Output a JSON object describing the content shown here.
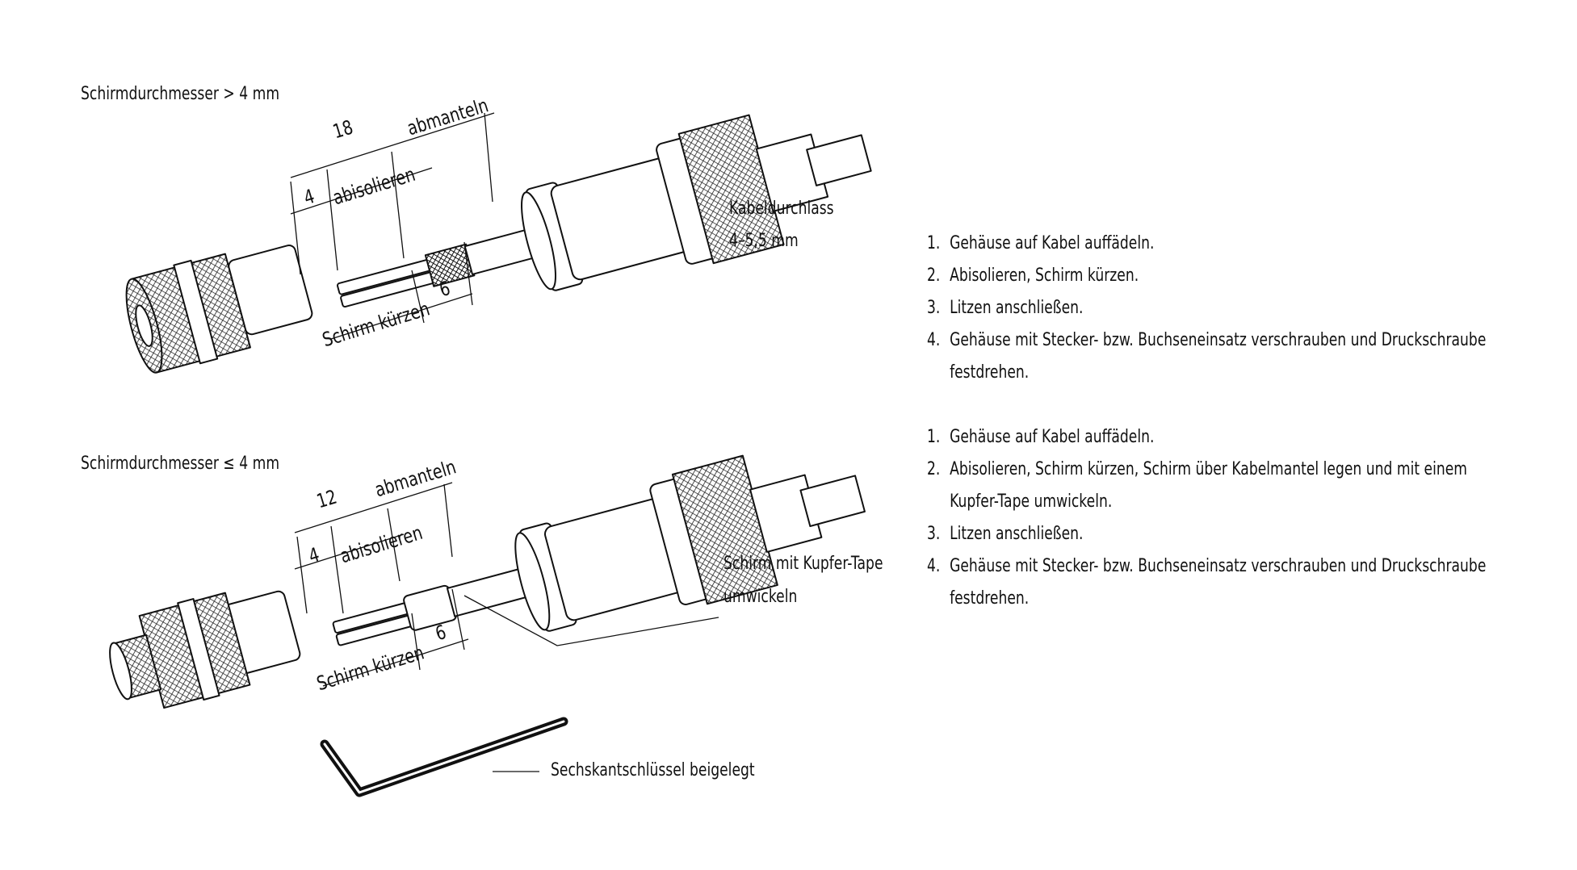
{
  "variant_a": {
    "heading": "Schirmdurchmesser > 4 mm",
    "dim_total": "18",
    "label_abmanteln": "abmanteln",
    "dim_strip": "4",
    "label_abisolieren": "abisolieren",
    "dim_shield": "6",
    "label_schirm_kuerzen": "Schirm kürzen",
    "cable_entry_line1": "Kabeldurchlass",
    "cable_entry_line2": "4–5,5 mm",
    "steps": [
      {
        "num": "1.",
        "text": "Gehäuse auf Kabel auffädeln."
      },
      {
        "num": "2.",
        "text": "Abisolieren, Schirm kürzen."
      },
      {
        "num": "3.",
        "text": "Litzen anschließen."
      },
      {
        "num": "4.",
        "text": "Gehäuse mit Stecker- bzw. Buchseneinsatz verschrauben und Druckschraube festdrehen."
      }
    ]
  },
  "variant_b": {
    "heading": "Schirmdurchmesser ≤ 4 mm",
    "dim_total": "12",
    "label_abmanteln": "abmanteln",
    "dim_strip": "4",
    "label_abisolieren": "abisolieren",
    "dim_shield": "6",
    "label_schirm_kuerzen": "Schirm kürzen",
    "tape_line1": "Schirm mit Kupfer-Tape",
    "tape_line2": "umwickeln",
    "steps": [
      {
        "num": "1.",
        "text": "Gehäuse auf Kabel auffädeln."
      },
      {
        "num": "2.",
        "text": "Abisolieren, Schirm kürzen, Schirm über Kabelmantel legen und mit einem Kupfer-Tape umwickeln."
      },
      {
        "num": "3.",
        "text": "Litzen anschließen."
      },
      {
        "num": "4.",
        "text": "Gehäuse mit Stecker- bzw. Buchseneinsatz verschrauben und Druckschraube festdrehen."
      }
    ]
  },
  "hex_key_label": "Sechskantschlüssel beigelegt"
}
